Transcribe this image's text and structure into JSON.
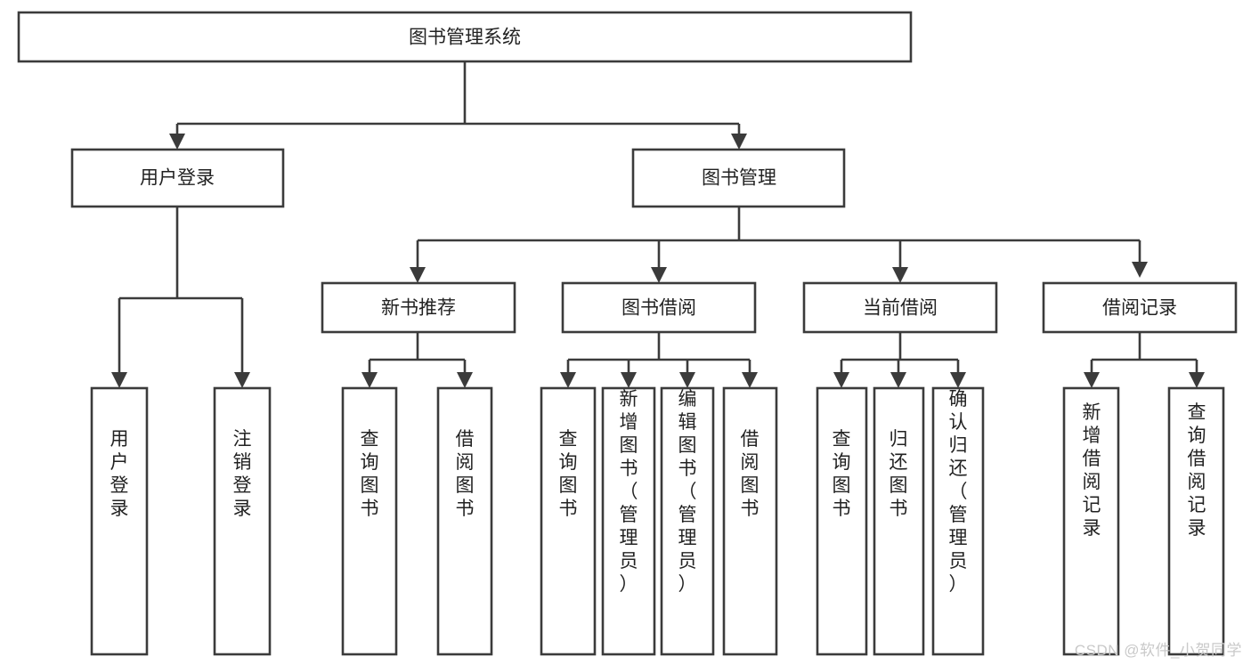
{
  "diagram": {
    "type": "tree",
    "title": "图书管理系统",
    "watermark": "CSDN @软件_小贺同学",
    "colors": {
      "stroke": "#3b3b3b",
      "fill": "#ffffff",
      "text": "#222222",
      "watermark": "#c9c9c9",
      "background": "#ffffff"
    },
    "nodes": {
      "root": {
        "label": "图书管理系统",
        "orientation": "horizontal"
      },
      "level2": [
        {
          "label": "用户登录",
          "orientation": "horizontal"
        },
        {
          "label": "图书管理",
          "orientation": "horizontal"
        }
      ],
      "level3": [
        {
          "label": "新书推荐",
          "orientation": "horizontal"
        },
        {
          "label": "图书借阅",
          "orientation": "horizontal"
        },
        {
          "label": "当前借阅",
          "orientation": "horizontal"
        },
        {
          "label": "借阅记录",
          "orientation": "horizontal"
        }
      ],
      "leaves": {
        "user_login": [
          {
            "label": "用户登录",
            "orientation": "vertical"
          },
          {
            "label": "注销登录",
            "orientation": "vertical"
          }
        ],
        "new_book_recommend": [
          {
            "label": "查询图书",
            "orientation": "vertical"
          },
          {
            "label": "借阅图书",
            "orientation": "vertical"
          }
        ],
        "book_borrow": [
          {
            "label": "查询图书",
            "orientation": "vertical"
          },
          {
            "label": "新增图书（管理员）",
            "orientation": "vertical"
          },
          {
            "label": "编辑图书（管理员）",
            "orientation": "vertical"
          },
          {
            "label": "借阅图书",
            "orientation": "vertical"
          }
        ],
        "current_borrow": [
          {
            "label": "查询图书",
            "orientation": "vertical"
          },
          {
            "label": "归还图书",
            "orientation": "vertical"
          },
          {
            "label": "确认归还（管理员）",
            "orientation": "vertical"
          }
        ],
        "borrow_record": [
          {
            "label": "新增借阅记录",
            "orientation": "vertical"
          },
          {
            "label": "查询借阅记录",
            "orientation": "vertical"
          }
        ]
      }
    }
  }
}
